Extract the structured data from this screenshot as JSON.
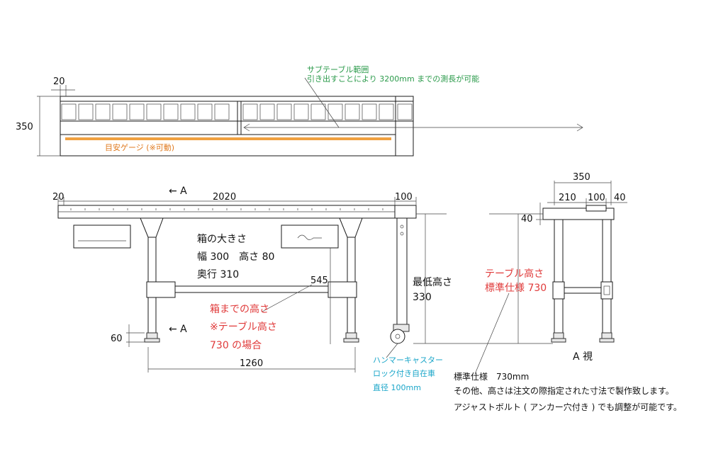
{
  "top_view": {
    "dim_width_left": "20",
    "dim_height": "350",
    "subtable_title": "サブテーブル範囲",
    "subtable_desc": "引き出すことにより 3200mm までの測長が可能",
    "gauge_label": "目安ゲージ (※可動)",
    "colors": {
      "gauge": "#f0a040",
      "green_text": "#2a9a4a"
    }
  },
  "front_view": {
    "dim_left": "20",
    "dim_total": "2020",
    "dim_right": "100",
    "arrow_a_top": "← A",
    "arrow_a_bottom": "← A",
    "box_size_title": "箱の大きさ",
    "box_size_line1": "幅 300　高さ 80",
    "box_size_line2": "奥行 310",
    "dim_545": "545",
    "box_height_line1": "箱までの高さ",
    "box_height_line2": "※テーブル高さ",
    "box_height_line3": "730 の場合",
    "dim_60": "60",
    "dim_1260": "1260",
    "min_height_label": "最低高さ",
    "min_height_value": "330",
    "caster_line1": "ハンマーキャスター",
    "caster_line2": "ロック付き自在車",
    "caster_line3": "直径 100mm"
  },
  "side_view": {
    "dim_350": "350",
    "dim_210": "210",
    "dim_100": "100",
    "dim_40_right": "40",
    "dim_40_left": "40",
    "table_height_line1": "テーブル高さ",
    "table_height_line2": "標準仕様 730",
    "view_label": "A 視"
  },
  "notes": {
    "line1": "標準仕様　730mm",
    "line2": "その他、高さは注文の際指定された寸法で製作致します。",
    "line3": "アジャストボルト ( アンカー穴付き ) でも調整が可能です。"
  },
  "colors": {
    "red_text": "#e03a3a",
    "cyan_text": "#1aa6c9",
    "orange_text": "#e07a1f"
  }
}
